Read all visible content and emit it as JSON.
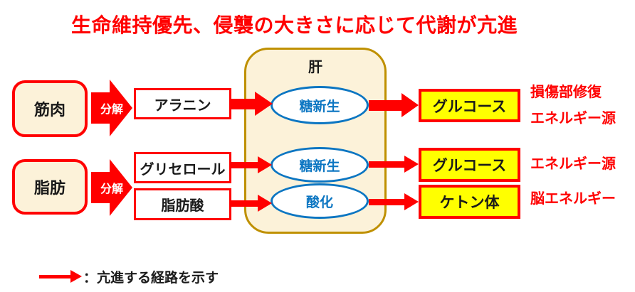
{
  "title": "生命維持優先、侵襲の大きさに応じて代謝が亢進",
  "colors": {
    "accent_red": "#ff0000",
    "product_yellow": "#ffff00",
    "process_blue": "#0c76c2",
    "liver_border_gold": "#bf9000",
    "tissue_fill_cream": "#fcf2d9"
  },
  "sources": [
    {
      "label": "筋肉"
    },
    {
      "label": "脂肪"
    }
  ],
  "decompose_label": "分解",
  "intermediates": [
    {
      "label": "アラニン"
    },
    {
      "label": "グリセロール"
    },
    {
      "label": "脂肪酸"
    }
  ],
  "liver": {
    "label": "肝",
    "processes": [
      {
        "label": "糖新生"
      },
      {
        "label": "糖新生"
      },
      {
        "label": "酸化"
      }
    ]
  },
  "products": [
    {
      "label": "グルコース",
      "roles": [
        "損傷部修復",
        "エネルギー源"
      ]
    },
    {
      "label": "グルコース",
      "roles": [
        "エネルギー源"
      ]
    },
    {
      "label": "ケトン体",
      "roles": [
        "脳エネルギー"
      ]
    }
  ],
  "legend": {
    "text": "：亢進する経路を示す"
  }
}
